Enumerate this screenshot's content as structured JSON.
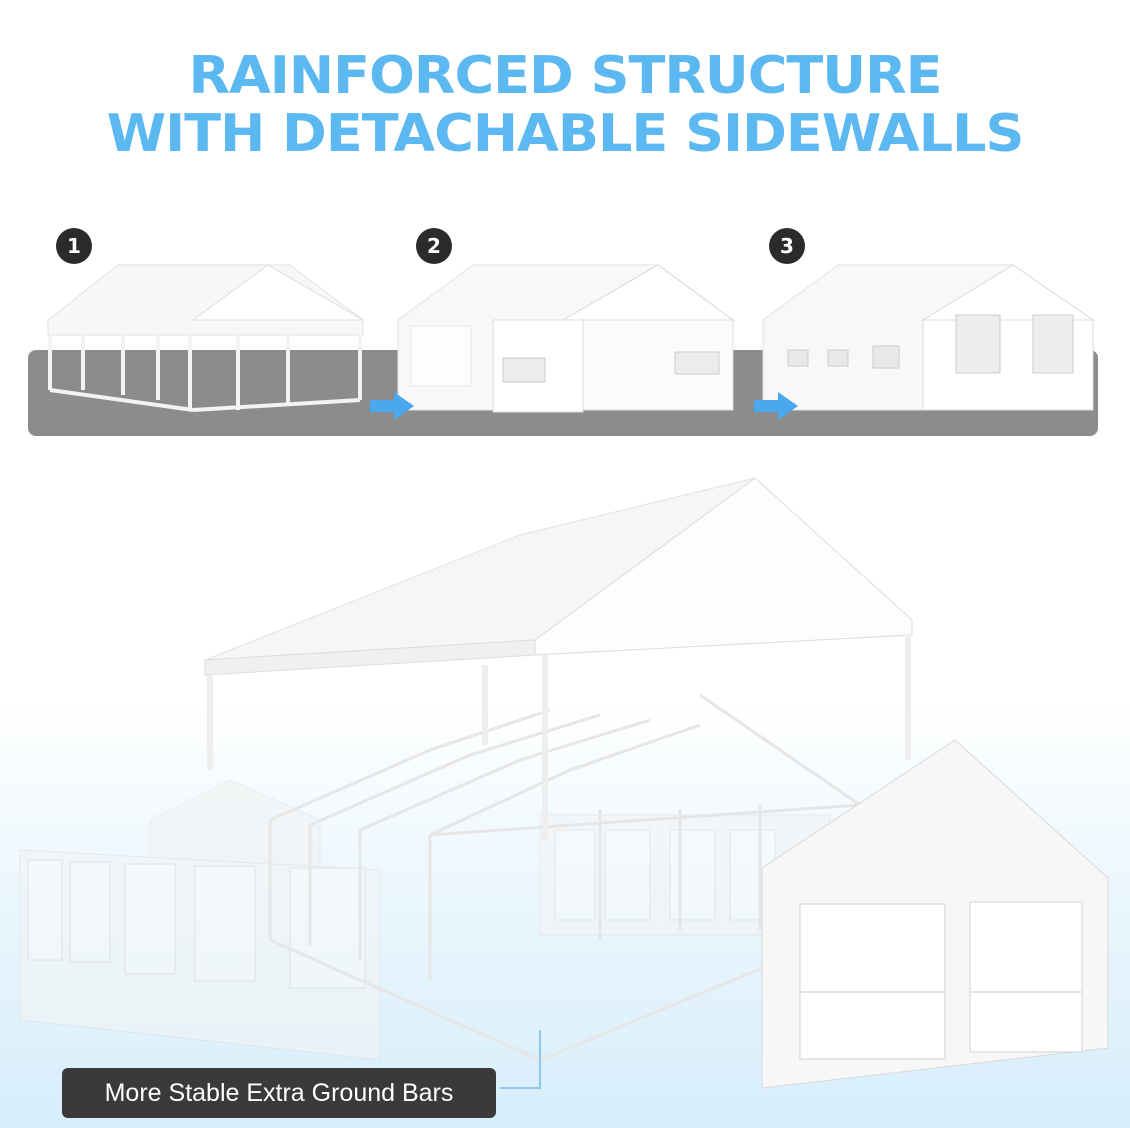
{
  "title": {
    "line1": "RAINFORCED STRUCTURE",
    "line2": "WITH DETACHABLE SIDEWALLS"
  },
  "steps": [
    {
      "number": "1"
    },
    {
      "number": "2"
    },
    {
      "number": "3"
    }
  ],
  "callout": {
    "label": "More Stable Extra Ground Bars"
  },
  "colors": {
    "title": "#5cb8f0",
    "badge": "#2b2b2b",
    "callout": "#3a3a3a",
    "arrow": "#4aa8ee"
  },
  "icons": [
    "arrow-right-icon"
  ]
}
